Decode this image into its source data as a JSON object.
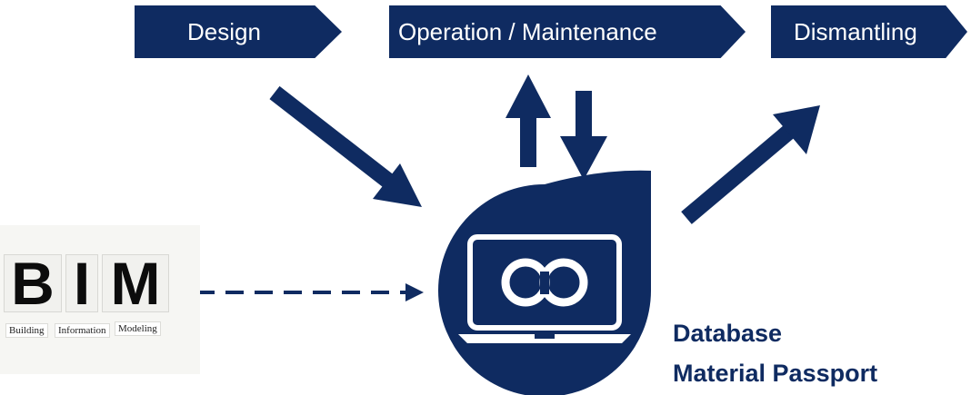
{
  "phases": {
    "design": "Design",
    "operation": "Operation / Maintenance",
    "dismantling": "Dismantling"
  },
  "bim": {
    "letters": [
      "B",
      "I",
      "M"
    ],
    "words": [
      "Building",
      "Information",
      "Modeling"
    ]
  },
  "database": {
    "line1": "Database",
    "line2": "Material Passport"
  },
  "colors": {
    "primary": "#0f2b61",
    "background": "#ffffff"
  },
  "icons": {
    "hub": "laptop-icon",
    "logo": "circular-link-icon"
  }
}
